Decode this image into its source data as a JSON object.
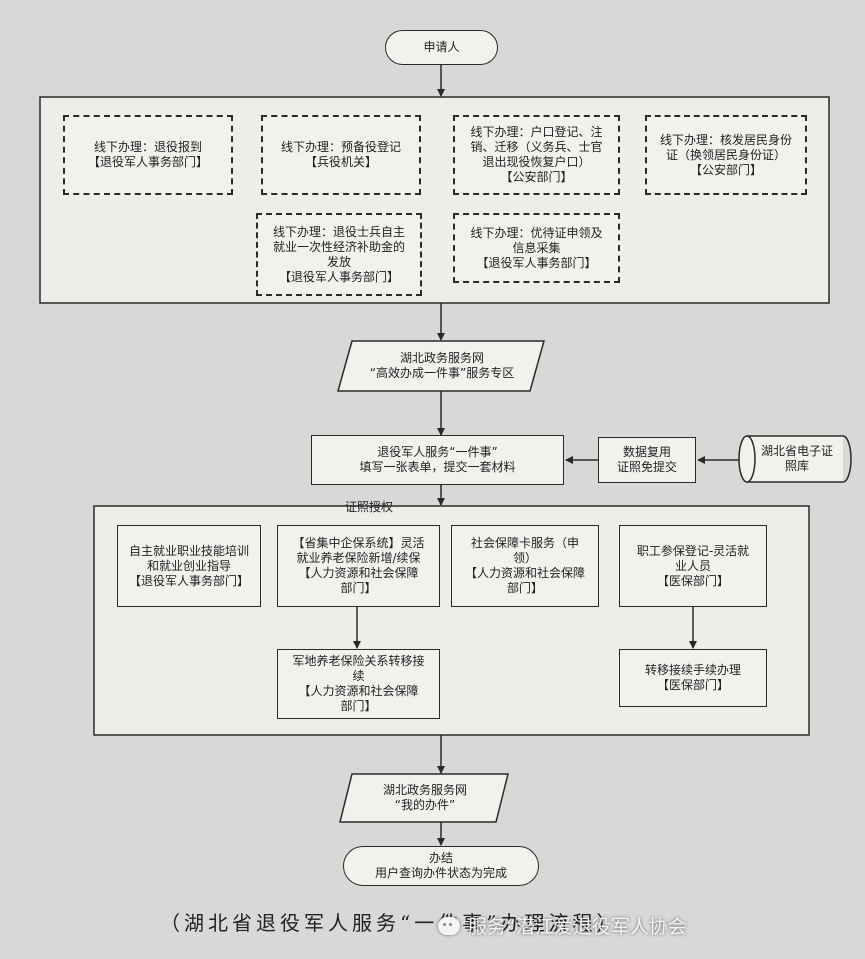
{
  "nodes": {
    "applicant": {
      "lines": [
        "申请人"
      ]
    },
    "offline_report": {
      "lines": [
        "线下办理：退役报到",
        "【退役军人事务部门】"
      ]
    },
    "offline_reserve": {
      "lines": [
        "线下办理：预备役登记",
        "【兵役机关】"
      ]
    },
    "offline_household": {
      "lines": [
        "线下办理：户口登记、注",
        "销、迁移（义务兵、士官",
        "退出现役恢复户口）",
        "【公安部门】"
      ]
    },
    "offline_id": {
      "lines": [
        "线下办理：核发居民身份",
        "证（换领居民身份证）",
        "【公安部门】"
      ]
    },
    "offline_subsidy": {
      "lines": [
        "线下办理：退役士兵自主",
        "就业一次性经济补助金的",
        "发放",
        "【退役军人事务部门】"
      ]
    },
    "offline_preferential": {
      "lines": [
        "线下办理：优待证申领及",
        "信息采集",
        "【退役军人事务部门】"
      ]
    },
    "portal_zone": {
      "lines": [
        "湖北政务服务网",
        "“高效办成一件事”服务专区"
      ]
    },
    "one_form": {
      "lines": [
        "退役军人服务“一件事”",
        "填写一张表单，提交一套材料"
      ]
    },
    "data_reuse": {
      "lines": [
        "数据复用",
        "证照免提交"
      ]
    },
    "cert_library": {
      "lines": [
        "湖北省电子证",
        "照库"
      ]
    },
    "training": {
      "lines": [
        "自主就业职业技能培训",
        "和就业创业指导",
        "【退役军人事务部门】"
      ]
    },
    "flexible_pension": {
      "lines": [
        "【省集中企保系统】灵活",
        "就业养老保险新增/续保",
        "【人力资源和社会保障",
        "部门】"
      ]
    },
    "ss_card": {
      "lines": [
        "社会保障卡服务（申",
        "领）",
        "【人力资源和社会保障",
        "部门】"
      ]
    },
    "medical_ins": {
      "lines": [
        "职工参保登记-灵活就",
        "业人员",
        "【医保部门】"
      ]
    },
    "pension_transfer": {
      "lines": [
        "军地养老保险关系转移接",
        "续",
        "【人力资源和社会保障",
        "部门】"
      ]
    },
    "medical_transfer": {
      "lines": [
        "转移接续手续办理",
        "【医保部门】"
      ]
    },
    "my_cases": {
      "lines": [
        "湖北政务服务网",
        "“我的办件”"
      ]
    },
    "done": {
      "lines": [
        "办结",
        "用户查询办件状态为完成"
      ]
    }
  },
  "edge_label_auth": "证照授权",
  "caption": "（湖北省退役军人服务“一件事”办理流程）",
  "watermark": "服务“潜江爱退役军人协会"
}
